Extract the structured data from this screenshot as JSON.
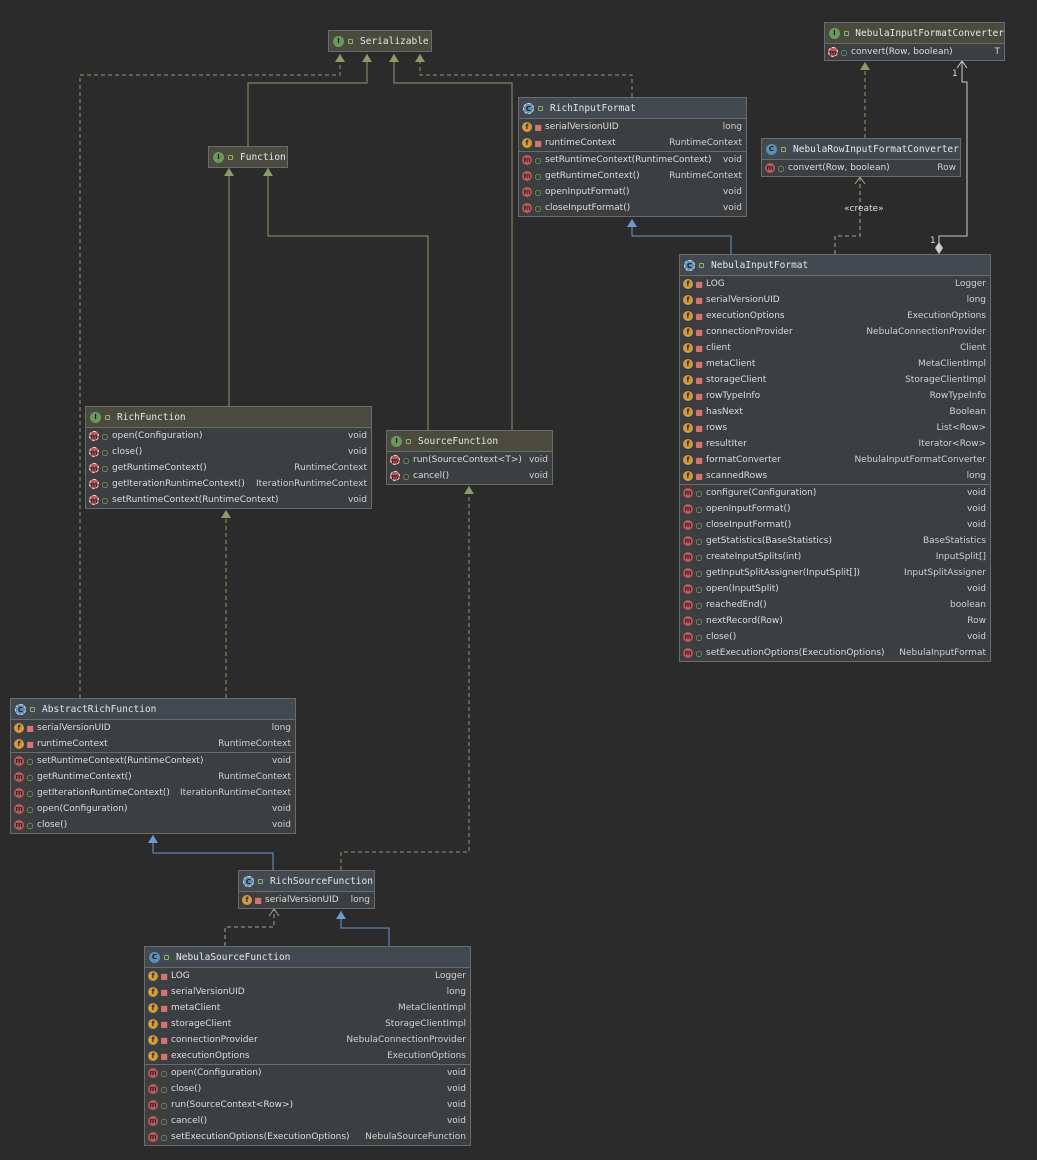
{
  "boxes": [
    {
      "id": "serializable",
      "name": "Serializable",
      "kind": "interface",
      "fields": [],
      "methods": []
    },
    {
      "id": "function",
      "name": "Function",
      "kind": "interface",
      "fields": [],
      "methods": []
    },
    {
      "id": "richinputformat",
      "name": "RichInputFormat",
      "kind": "abstract-class",
      "fields": [
        {
          "name": "serialVersionUID",
          "type": "long"
        },
        {
          "name": "runtimeContext",
          "type": "RuntimeContext"
        }
      ],
      "methods": [
        {
          "name": "setRuntimeContext(RuntimeContext)",
          "type": "void"
        },
        {
          "name": "getRuntimeContext()",
          "type": "RuntimeContext"
        },
        {
          "name": "openInputFormat()",
          "type": "void"
        },
        {
          "name": "closeInputFormat()",
          "type": "void"
        }
      ]
    },
    {
      "id": "nebulainputformatconverter",
      "name": "NebulaInputFormatConverter",
      "kind": "interface",
      "fields": [],
      "methods": [
        {
          "name": "convert(Row, boolean)",
          "type": "T",
          "abstract": true
        }
      ]
    },
    {
      "id": "nebularowinputformatconverter",
      "name": "NebulaRowInputFormatConverter",
      "kind": "class",
      "fields": [],
      "methods": [
        {
          "name": "convert(Row, boolean)",
          "type": "Row"
        }
      ]
    },
    {
      "id": "nebulainputformat",
      "name": "NebulaInputFormat",
      "kind": "abstract-class",
      "fields": [
        {
          "name": "LOG",
          "type": "Logger"
        },
        {
          "name": "serialVersionUID",
          "type": "long"
        },
        {
          "name": "executionOptions",
          "type": "ExecutionOptions"
        },
        {
          "name": "connectionProvider",
          "type": "NebulaConnectionProvider"
        },
        {
          "name": "client",
          "type": "Client"
        },
        {
          "name": "metaClient",
          "type": "MetaClientImpl"
        },
        {
          "name": "storageClient",
          "type": "StorageClientImpl"
        },
        {
          "name": "rowTypeInfo",
          "type": "RowTypeInfo"
        },
        {
          "name": "hasNext",
          "type": "Boolean"
        },
        {
          "name": "rows",
          "type": "List<Row>"
        },
        {
          "name": "resultIter",
          "type": "Iterator<Row>"
        },
        {
          "name": "formatConverter",
          "type": "NebulaInputFormatConverter"
        },
        {
          "name": "scannedRows",
          "type": "long"
        }
      ],
      "methods": [
        {
          "name": "configure(Configuration)",
          "type": "void"
        },
        {
          "name": "openInputFormat()",
          "type": "void"
        },
        {
          "name": "closeInputFormat()",
          "type": "void"
        },
        {
          "name": "getStatistics(BaseStatistics)",
          "type": "BaseStatistics"
        },
        {
          "name": "createInputSplits(int)",
          "type": "InputSplit[]"
        },
        {
          "name": "getInputSplitAssigner(InputSplit[])",
          "type": "InputSplitAssigner"
        },
        {
          "name": "open(InputSplit)",
          "type": "void"
        },
        {
          "name": "reachedEnd()",
          "type": "boolean"
        },
        {
          "name": "nextRecord(Row)",
          "type": "Row"
        },
        {
          "name": "close()",
          "type": "void"
        },
        {
          "name": "setExecutionOptions(ExecutionOptions)",
          "type": "NebulaInputFormat"
        }
      ]
    },
    {
      "id": "richfunction",
      "name": "RichFunction",
      "kind": "interface",
      "fields": [],
      "methods": [
        {
          "name": "open(Configuration)",
          "type": "void",
          "abstract": true
        },
        {
          "name": "close()",
          "type": "void",
          "abstract": true
        },
        {
          "name": "getRuntimeContext()",
          "type": "RuntimeContext",
          "abstract": true
        },
        {
          "name": "getIterationRuntimeContext()",
          "type": "IterationRuntimeContext",
          "abstract": true
        },
        {
          "name": "setRuntimeContext(RuntimeContext)",
          "type": "void",
          "abstract": true
        }
      ]
    },
    {
      "id": "sourcefunction",
      "name": "SourceFunction",
      "kind": "interface",
      "fields": [],
      "methods": [
        {
          "name": "run(SourceContext<T>)",
          "type": "void",
          "abstract": true
        },
        {
          "name": "cancel()",
          "type": "void",
          "abstract": true
        }
      ]
    },
    {
      "id": "abstractrichfunction",
      "name": "AbstractRichFunction",
      "kind": "abstract-class",
      "fields": [
        {
          "name": "serialVersionUID",
          "type": "long"
        },
        {
          "name": "runtimeContext",
          "type": "RuntimeContext"
        }
      ],
      "methods": [
        {
          "name": "setRuntimeContext(RuntimeContext)",
          "type": "void"
        },
        {
          "name": "getRuntimeContext()",
          "type": "RuntimeContext"
        },
        {
          "name": "getIterationRuntimeContext()",
          "type": "IterationRuntimeContext"
        },
        {
          "name": "open(Configuration)",
          "type": "void"
        },
        {
          "name": "close()",
          "type": "void"
        }
      ]
    },
    {
      "id": "richsourcefunction",
      "name": "RichSourceFunction",
      "kind": "abstract-class",
      "fields": [
        {
          "name": "serialVersionUID",
          "type": "long"
        }
      ],
      "methods": []
    },
    {
      "id": "nebulasourcefunction",
      "name": "NebulaSourceFunction",
      "kind": "class",
      "fields": [
        {
          "name": "LOG",
          "type": "Logger"
        },
        {
          "name": "serialVersionUID",
          "type": "long"
        },
        {
          "name": "metaClient",
          "type": "MetaClientImpl"
        },
        {
          "name": "storageClient",
          "type": "StorageClientImpl"
        },
        {
          "name": "connectionProvider",
          "type": "NebulaConnectionProvider"
        },
        {
          "name": "executionOptions",
          "type": "ExecutionOptions"
        }
      ],
      "methods": [
        {
          "name": "open(Configuration)",
          "type": "void"
        },
        {
          "name": "close()",
          "type": "void"
        },
        {
          "name": "run(SourceContext<Row>)",
          "type": "void"
        },
        {
          "name": "cancel()",
          "type": "void"
        },
        {
          "name": "setExecutionOptions(ExecutionOptions)",
          "type": "NebulaSourceFunction"
        }
      ]
    }
  ],
  "labels": {
    "create": "«create»",
    "mult_a": "1",
    "mult_b": "1"
  },
  "colors": {
    "inherit": "#6f99c9",
    "implement": "#8c9b6a",
    "line": "#9aa88a"
  }
}
